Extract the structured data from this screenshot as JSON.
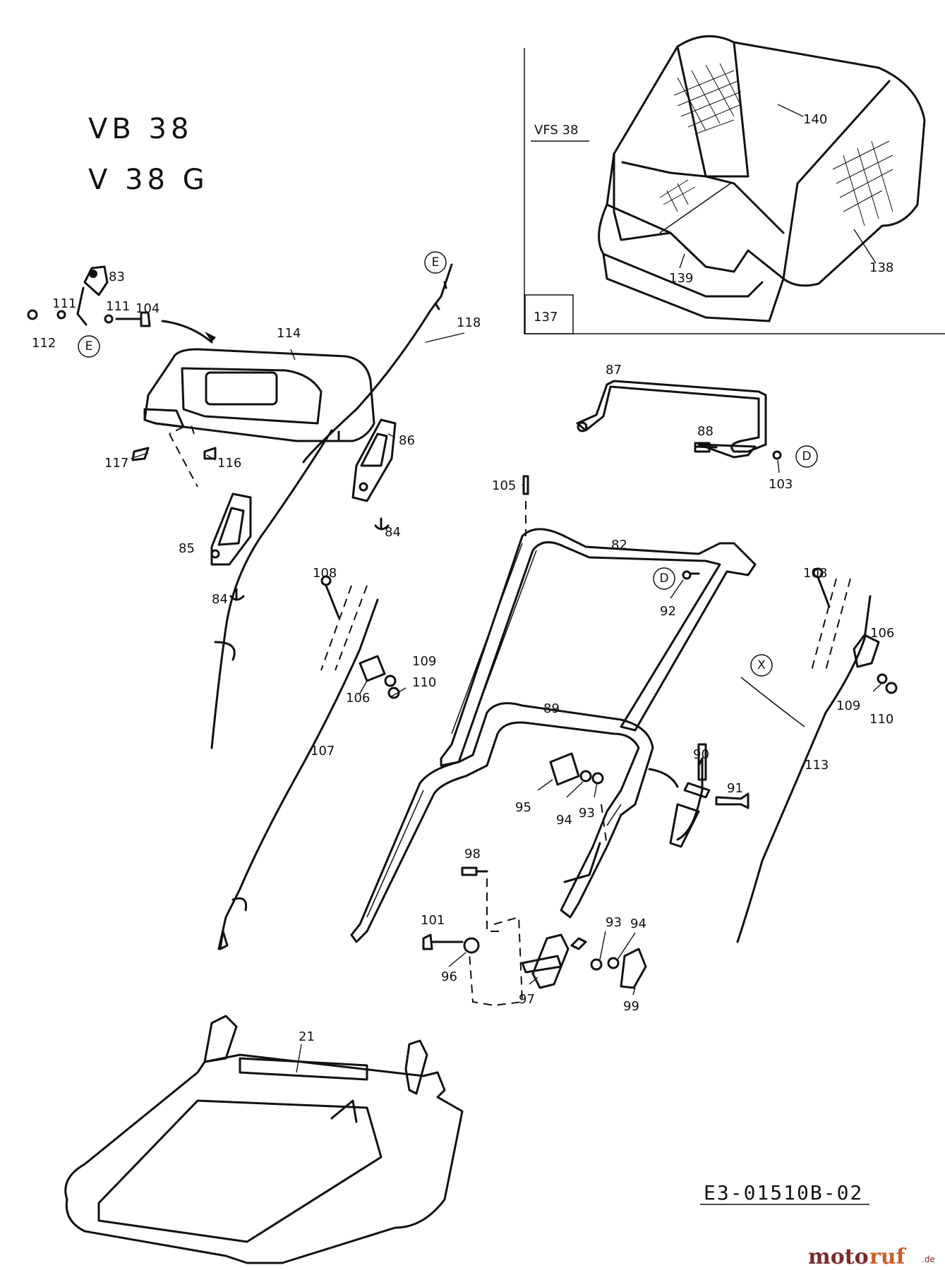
{
  "models": [
    "VB 38",
    "V 38 G"
  ],
  "inset": {
    "title": "VFS 38",
    "box_label": "137"
  },
  "drawing_code": "E3-01510B-02",
  "watermark": {
    "part1": "moto",
    "part2": "ruf",
    "suffix": ".de"
  },
  "ref_markers": {
    "E": "E",
    "D": "D",
    "X": "X"
  },
  "part_labels": {
    "p21": "21",
    "p82": "82",
    "p83": "83",
    "p84a": "84",
    "p84b": "84",
    "p85": "85",
    "p86": "86",
    "p87": "87",
    "p88": "88",
    "p89": "89",
    "p90": "90",
    "p91": "91",
    "p92": "92",
    "p93a": "93",
    "p93b": "93",
    "p94a": "94",
    "p94b": "94",
    "p95": "95",
    "p96": "96",
    "p97": "97",
    "p98": "98",
    "p99": "99",
    "p101": "101",
    "p103": "103",
    "p104": "104",
    "p105": "105",
    "p106a": "106",
    "p106b": "106",
    "p107": "107",
    "p108a": "108",
    "p108b": "108",
    "p109a": "109",
    "p109b": "109",
    "p110a": "110",
    "p110b": "110",
    "p111a": "111",
    "p111b": "111",
    "p112": "112",
    "p113": "113",
    "p114": "114",
    "p116": "116",
    "p117": "117",
    "p118": "118",
    "p138": "138",
    "p139": "139",
    "p140": "140"
  }
}
